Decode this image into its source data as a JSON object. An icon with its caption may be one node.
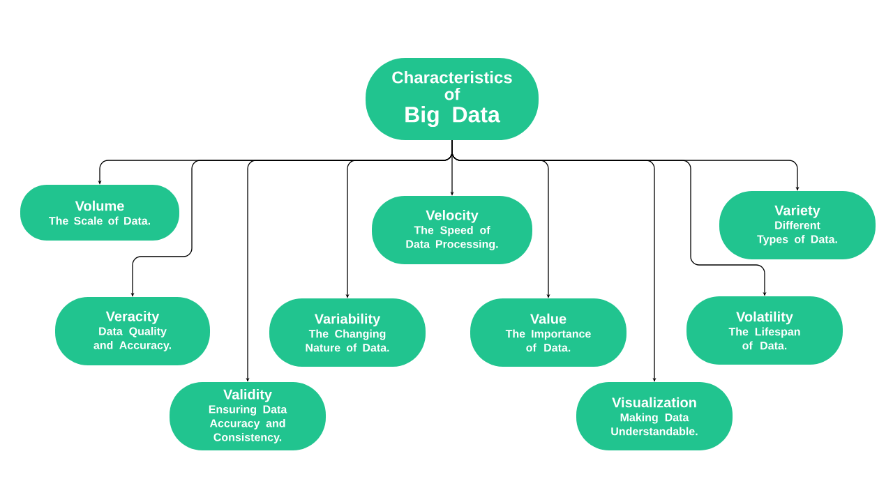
{
  "diagram": {
    "nodes": [
      {
        "text": [
          "Characteristics of",
          "Big Data"
        ]
      },
      {
        "text": [
          "Volume",
          "The Scale of Data."
        ]
      },
      {
        "text": [
          "Veracity",
          "Data Quality and Accuracy."
        ]
      },
      {
        "text": [
          "Validity",
          "Ensuring Data Accuracy and Consistency."
        ]
      },
      {
        "text": [
          "Variability",
          "The Changing Nature of Data."
        ]
      },
      {
        "text": [
          "Velocity",
          "The Speed of Data Processing."
        ]
      },
      {
        "text": [
          "Value",
          "The Importance of Data."
        ]
      },
      {
        "text": [
          "Visualization",
          "Making Data Understandable."
        ]
      },
      {
        "text": [
          "Volatility",
          "The Lifespan of Data."
        ]
      },
      {
        "text": [
          "Variety",
          "Different Types of Data."
        ]
      }
    ],
    "edges": [
      {
        "from": 0,
        "to": 1,
        "arrow": "to"
      },
      {
        "from": 0,
        "to": 2,
        "arrow": "to"
      },
      {
        "from": 0,
        "to": 3,
        "arrow": "to"
      },
      {
        "from": 0,
        "to": 4,
        "arrow": "to"
      },
      {
        "from": 0,
        "to": 5,
        "arrow": "to"
      },
      {
        "from": 0,
        "to": 6,
        "arrow": "to"
      },
      {
        "from": 0,
        "to": 7,
        "arrow": "to"
      },
      {
        "from": 0,
        "to": 8,
        "arrow": "to"
      },
      {
        "from": 0,
        "to": 9,
        "arrow": "to"
      }
    ]
  }
}
